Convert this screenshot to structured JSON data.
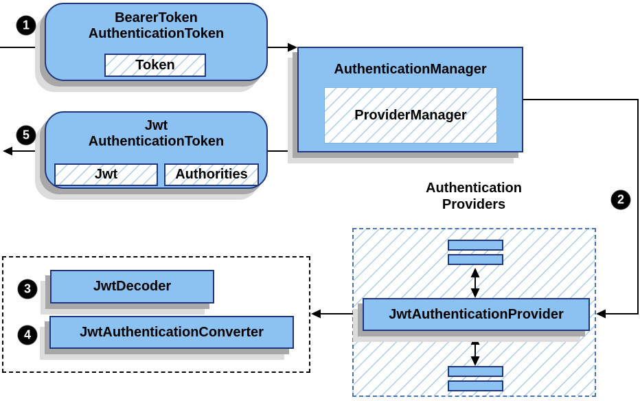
{
  "diagram": {
    "badges": {
      "step1": "1",
      "step2": "2",
      "step3": "3",
      "step4": "4",
      "step5": "5"
    },
    "nodes": {
      "bearer_token": {
        "title_line1": "BearerToken",
        "title_line2": "AuthenticationToken",
        "field": "Token"
      },
      "authentication_manager": {
        "title": "AuthenticationManager",
        "implementation": "ProviderManager"
      },
      "jwt_authentication_token": {
        "title_line1": "Jwt",
        "title_line2": "AuthenticationToken",
        "field1": "Jwt",
        "field2": "Authorities"
      },
      "jwt_authentication_provider": {
        "title": "JwtAuthenticationProvider"
      },
      "jwt_decoder": {
        "title": "JwtDecoder"
      },
      "jwt_authentication_converter": {
        "title": "JwtAuthenticationConverter"
      }
    },
    "labels": {
      "providers_line1": "Authentication",
      "providers_line2": "Providers"
    },
    "colors": {
      "node_fill": "#8BC2F1",
      "node_border": "#20357E",
      "hatch_line": "#A9CDEE",
      "dashed_blue_border": "#4573B4",
      "dashed_black_border": "#000000",
      "connector": "#000000",
      "shadow_dark": "#A8A8A8",
      "shadow_light": "#DCDCDC",
      "badge_background": "#000000",
      "badge_text": "#FFFFFF"
    }
  }
}
